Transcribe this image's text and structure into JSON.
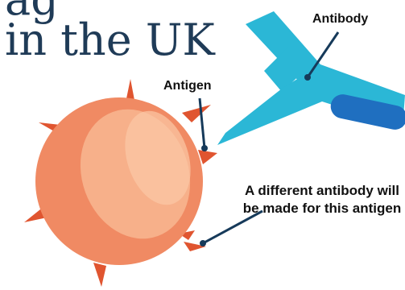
{
  "headline": {
    "line1": "ag",
    "line2": "in the UK"
  },
  "labels": {
    "antibody": "Antibody",
    "antigen": "Antigen",
    "note": "A different antibody will be made for this antigen"
  },
  "colors": {
    "headline": "#1f3b57",
    "antibody": "#2bb7d6",
    "antibody_tip": "#1f6fc0",
    "cell_body": "#f08a63",
    "cell_nucleus": "#f7b08a",
    "spike": "#e05530",
    "pointer": "#163a5a"
  }
}
